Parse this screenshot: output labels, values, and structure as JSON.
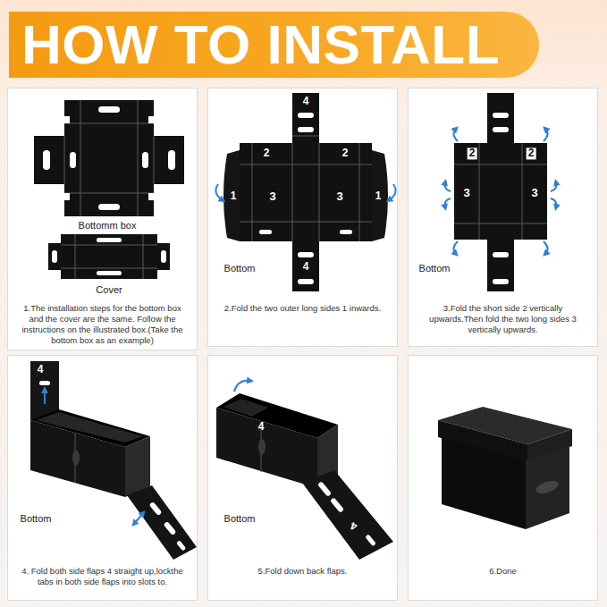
{
  "diagram": {
    "title": "HOW TO INSTALL",
    "nodes": [
      {
        "text": [
          "1.The installation steps for the bottom box and the cover are the same. Follow the instructions on the illustrated box.(Take the bottom box as an example)"
        ]
      },
      {
        "text": [
          "2.Fold the two outer long sides 1 inwards."
        ]
      },
      {
        "text": [
          "3.Fold the short side 2 vertically upwards.Then fold the two long sides 3 vertically upwards."
        ]
      },
      {
        "text": [
          "4. Fold both side flaps 4 straight up,lockthe tabs in both side flaps into slots to."
        ]
      },
      {
        "text": [
          "5.Fold down back flaps."
        ]
      },
      {
        "text": [
          "6.Done"
        ]
      }
    ],
    "labels": [
      "Bottomm box",
      "Cover",
      "4",
      "2",
      "2",
      "1",
      "3",
      "3",
      "1",
      "4",
      "Bottom",
      "2",
      "2",
      "3",
      "3",
      "Bottom",
      "4",
      "Bottom",
      "4",
      "4",
      "Bottom"
    ]
  }
}
